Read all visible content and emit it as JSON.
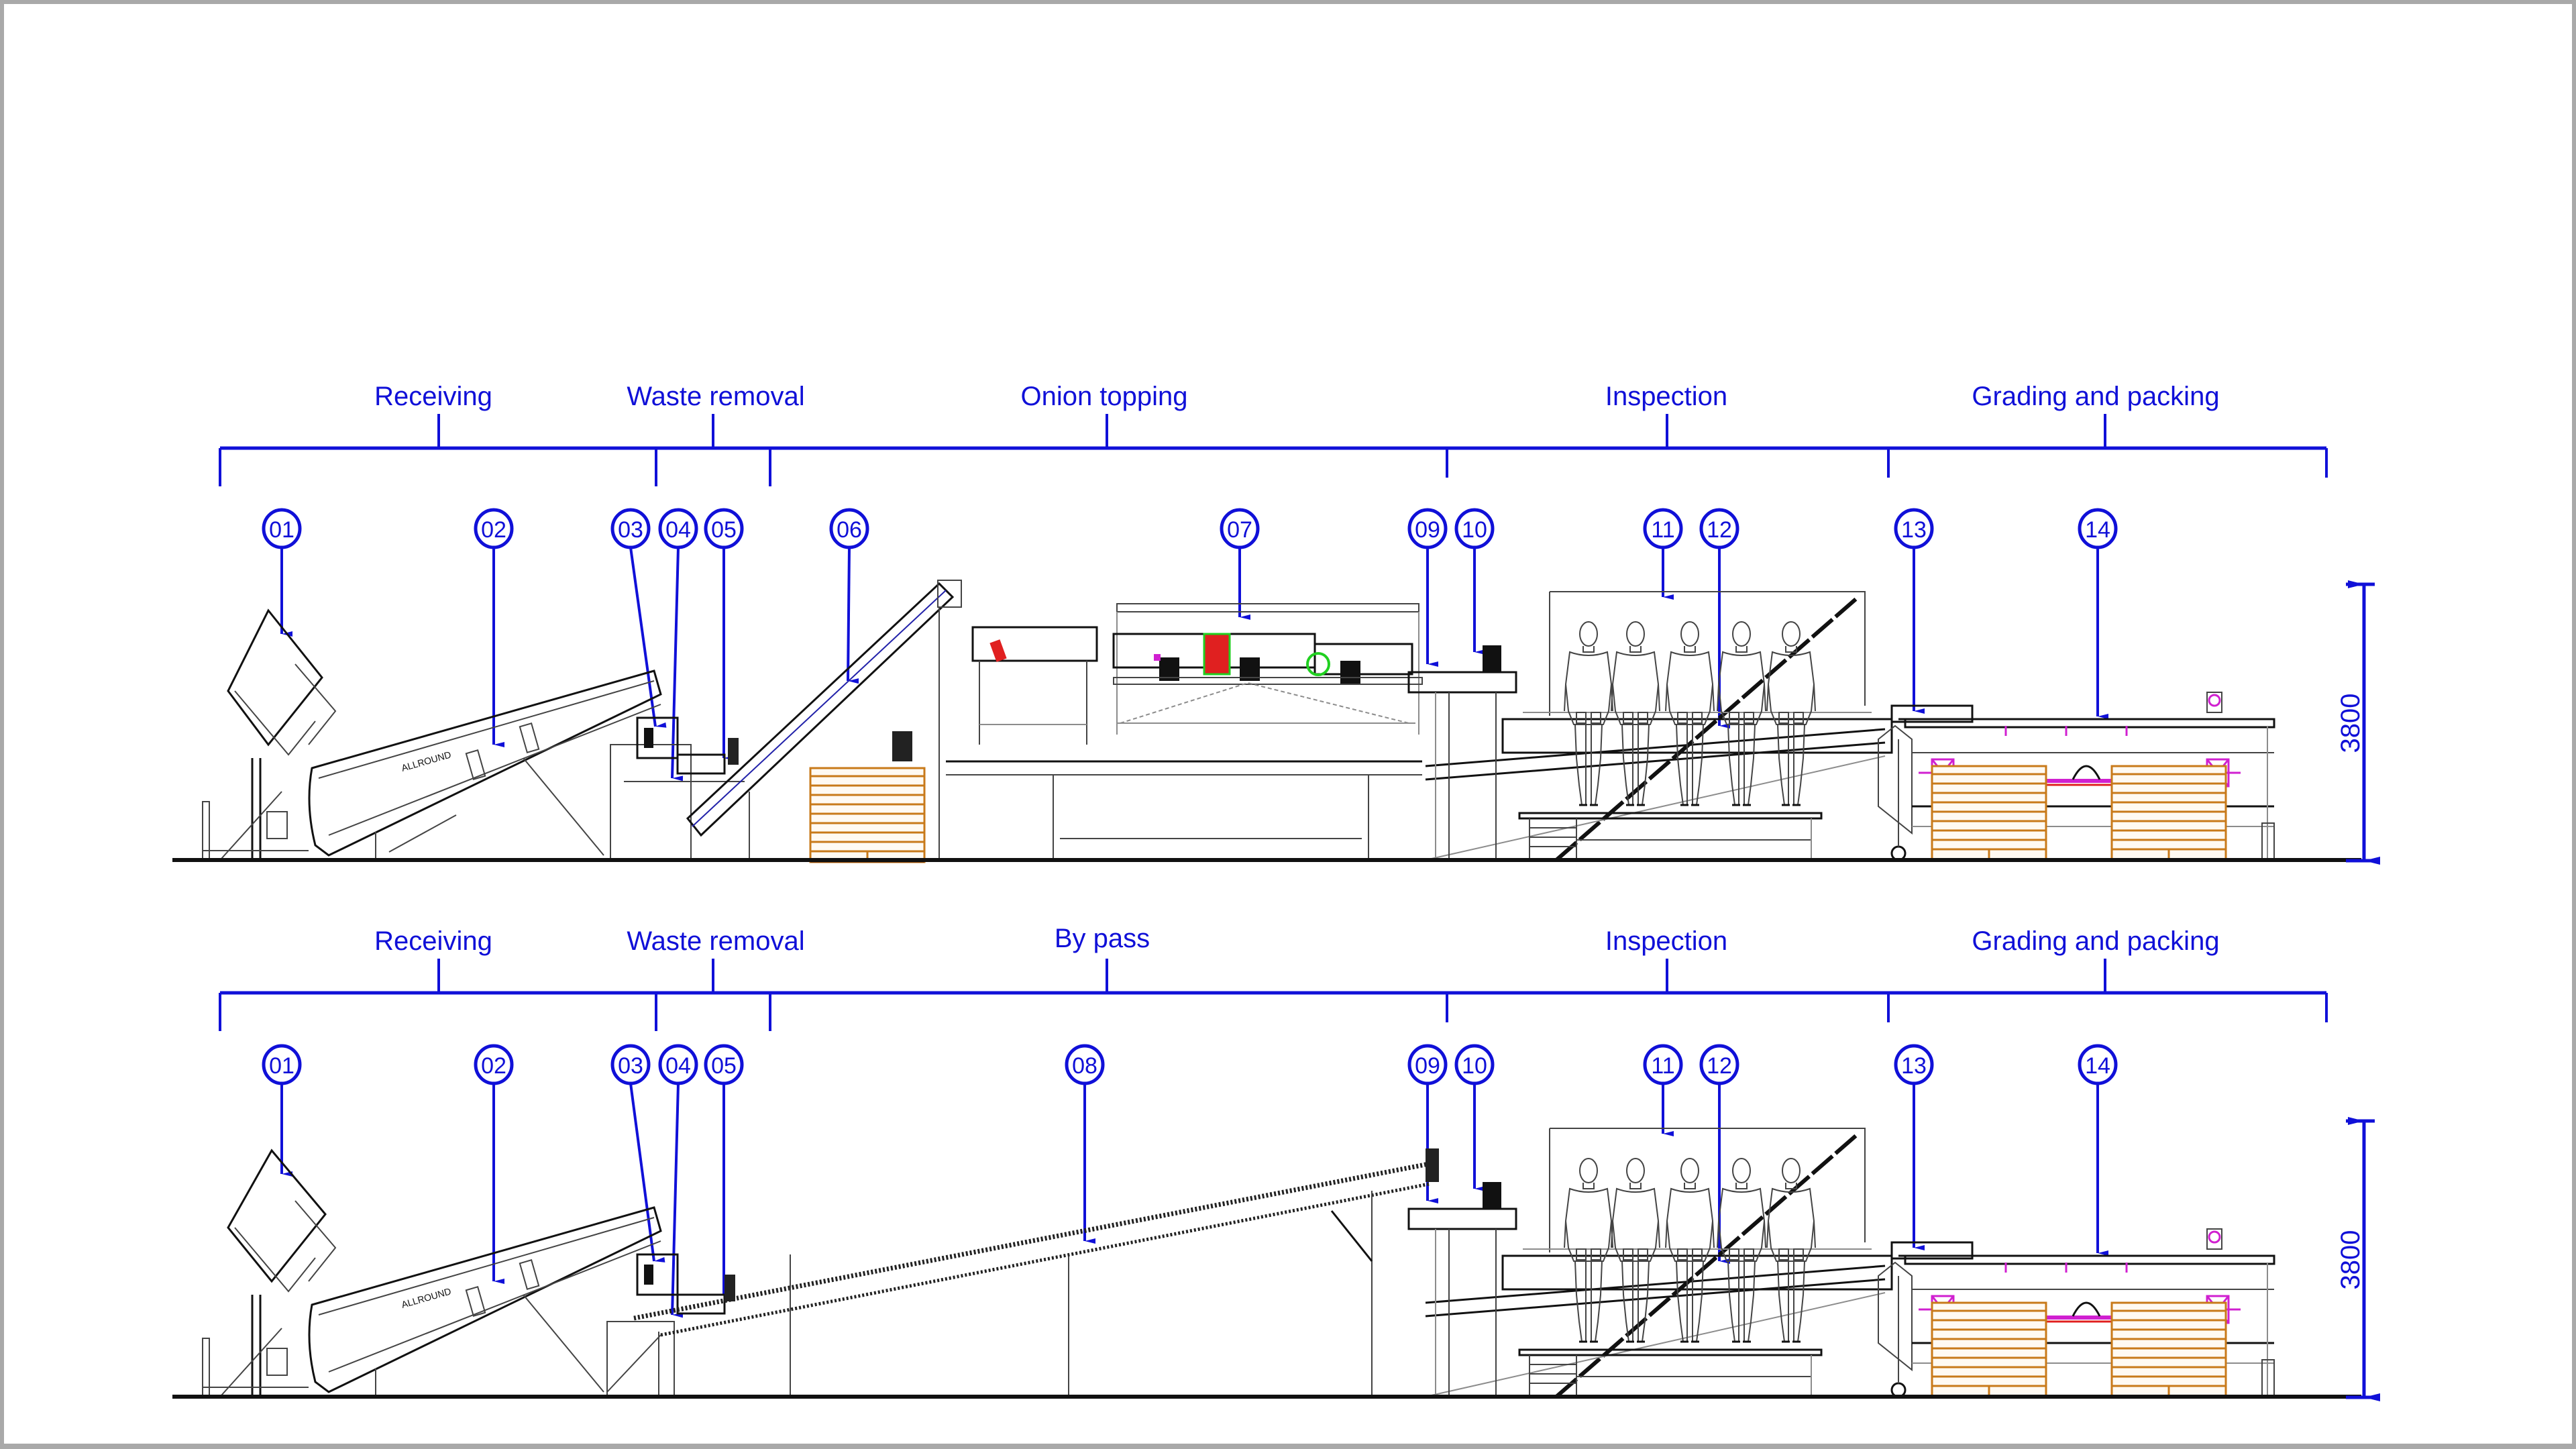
{
  "drawing": {
    "title": "Onion processing line - side elevations",
    "colors": {
      "annotation": "#1010d8",
      "machine": "#111111",
      "pallet": "#c87a1a",
      "highlight_magenta": "#d020d0",
      "highlight_red": "#e02020",
      "highlight_green": "#20d020",
      "frame": "#a9a9a9"
    },
    "views": [
      {
        "name": "with-onion-topping",
        "stages": [
          {
            "label": "Receiving"
          },
          {
            "label": "Waste removal"
          },
          {
            "label": "Onion topping"
          },
          {
            "label": "Inspection"
          },
          {
            "label": "Grading and packing"
          }
        ],
        "balloons": [
          "01",
          "02",
          "03",
          "04",
          "05",
          "06",
          "07",
          "09",
          "10",
          "11",
          "12",
          "13",
          "14"
        ],
        "dimension": {
          "value": "3800"
        }
      },
      {
        "name": "with-by-pass",
        "stages": [
          {
            "label": "Receiving"
          },
          {
            "label": "Waste removal"
          },
          {
            "label": "By pass"
          },
          {
            "label": "Inspection"
          },
          {
            "label": "Grading and packing"
          }
        ],
        "balloons": [
          "01",
          "02",
          "03",
          "04",
          "05",
          "08",
          "09",
          "10",
          "11",
          "12",
          "13",
          "14"
        ],
        "dimension": {
          "value": "3800"
        }
      }
    ]
  }
}
